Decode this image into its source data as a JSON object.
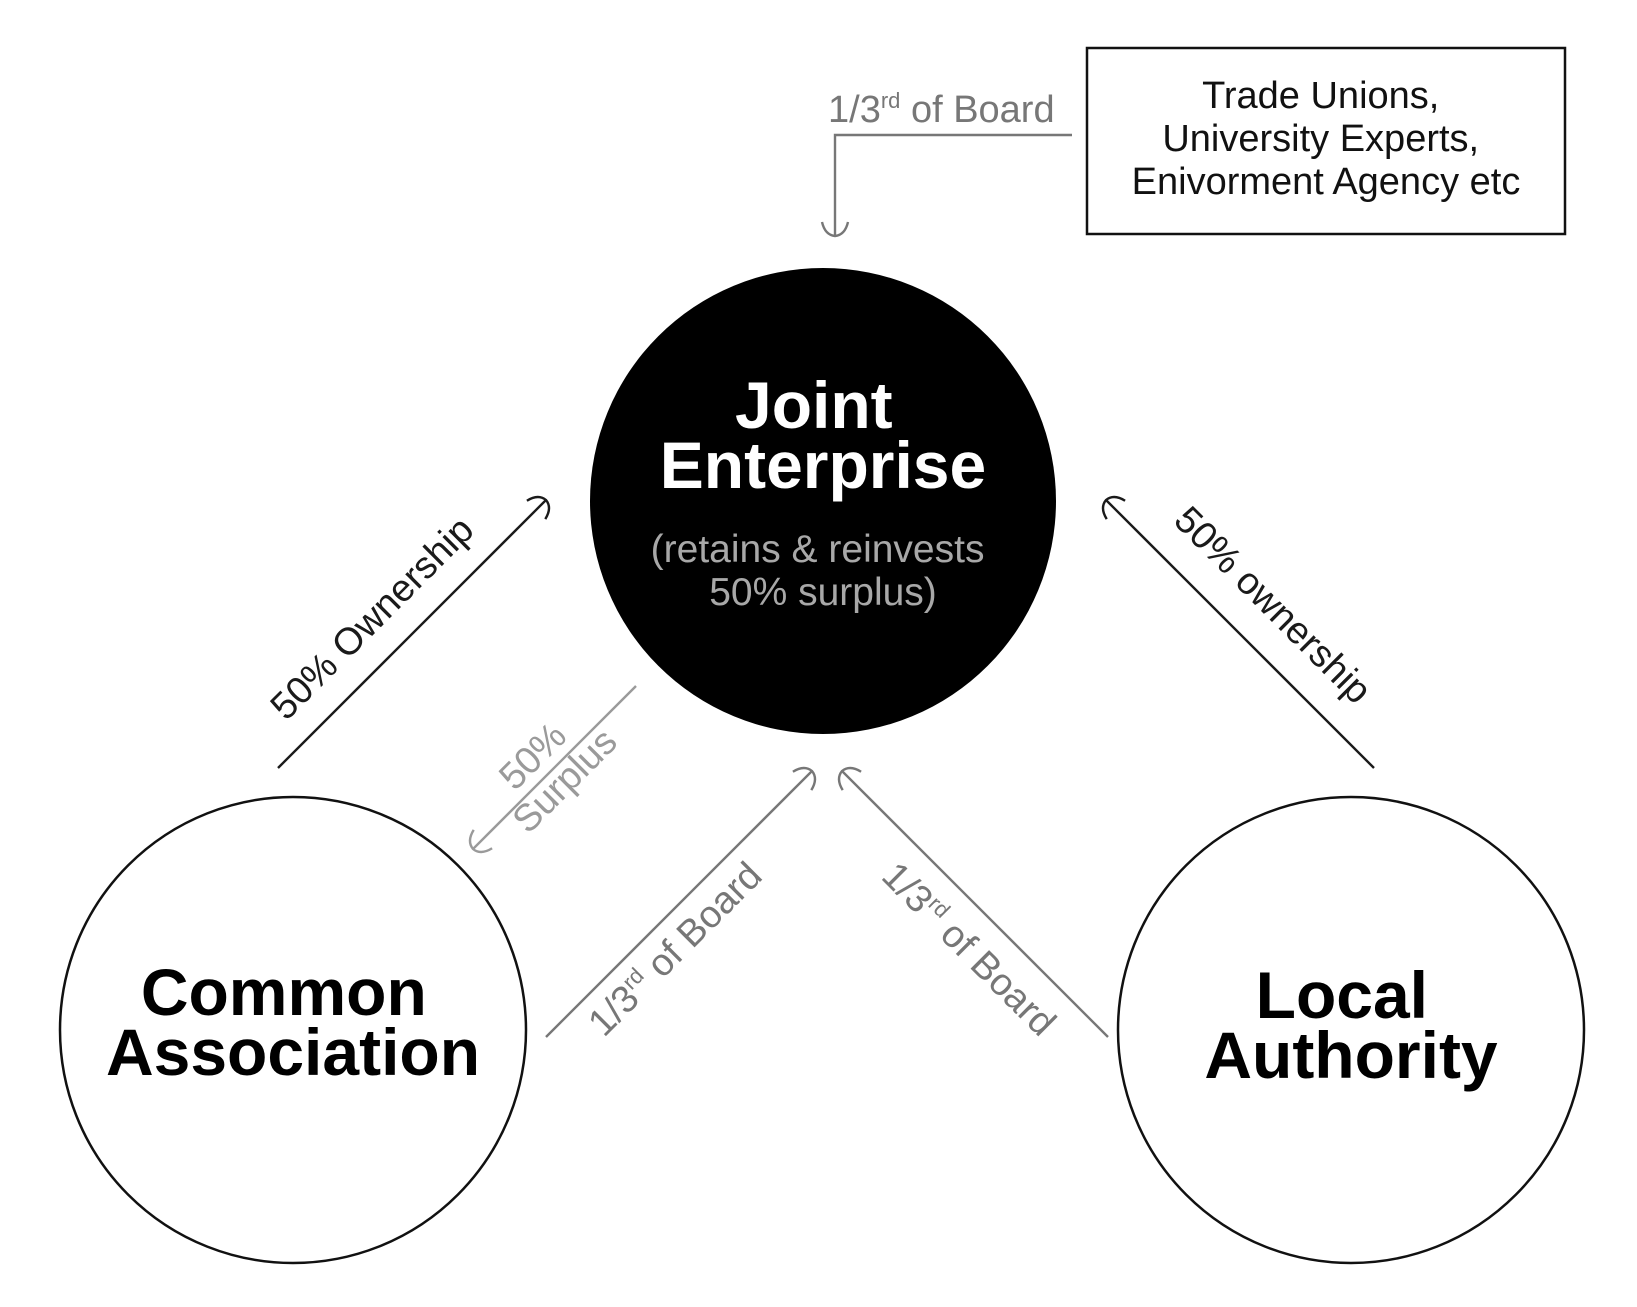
{
  "colors": {
    "background": "#ffffff",
    "ink": "#111111",
    "edge_dark": "#1a1a1a",
    "edge_grey": "#777777",
    "edge_light": "#9a9a9a",
    "center_fill": "#000000",
    "center_text": "#ffffff",
    "center_subtext": "#a8a8a8"
  },
  "nodes": {
    "joint_enterprise": {
      "title_line1": "Joint",
      "title_line2": "Enterprise",
      "sub_line1": "(retains & reinvests",
      "sub_line2": "50% surplus)"
    },
    "common_association": {
      "title_line1": "Common",
      "title_line2": "Association"
    },
    "local_authority": {
      "title_line1": "Local",
      "title_line2": "Authority"
    },
    "stakeholders_box": {
      "line1": "Trade Unions,",
      "line2": "University Experts,",
      "line3": "Enivorment Agency etc"
    }
  },
  "edges": {
    "common_ownership": {
      "label": "50% Ownership"
    },
    "local_ownership": {
      "label": "50% ownership"
    },
    "surplus": {
      "line1": "50%",
      "line2": "Surplus"
    },
    "common_board": {
      "pre": "1/3",
      "sup": "rd",
      "post": " of Board"
    },
    "local_board": {
      "pre": "1/3",
      "sup": "rd",
      "post": " of Board"
    },
    "stakeholders_board": {
      "pre": "1/3",
      "sup": "rd",
      "post": " of Board"
    }
  }
}
